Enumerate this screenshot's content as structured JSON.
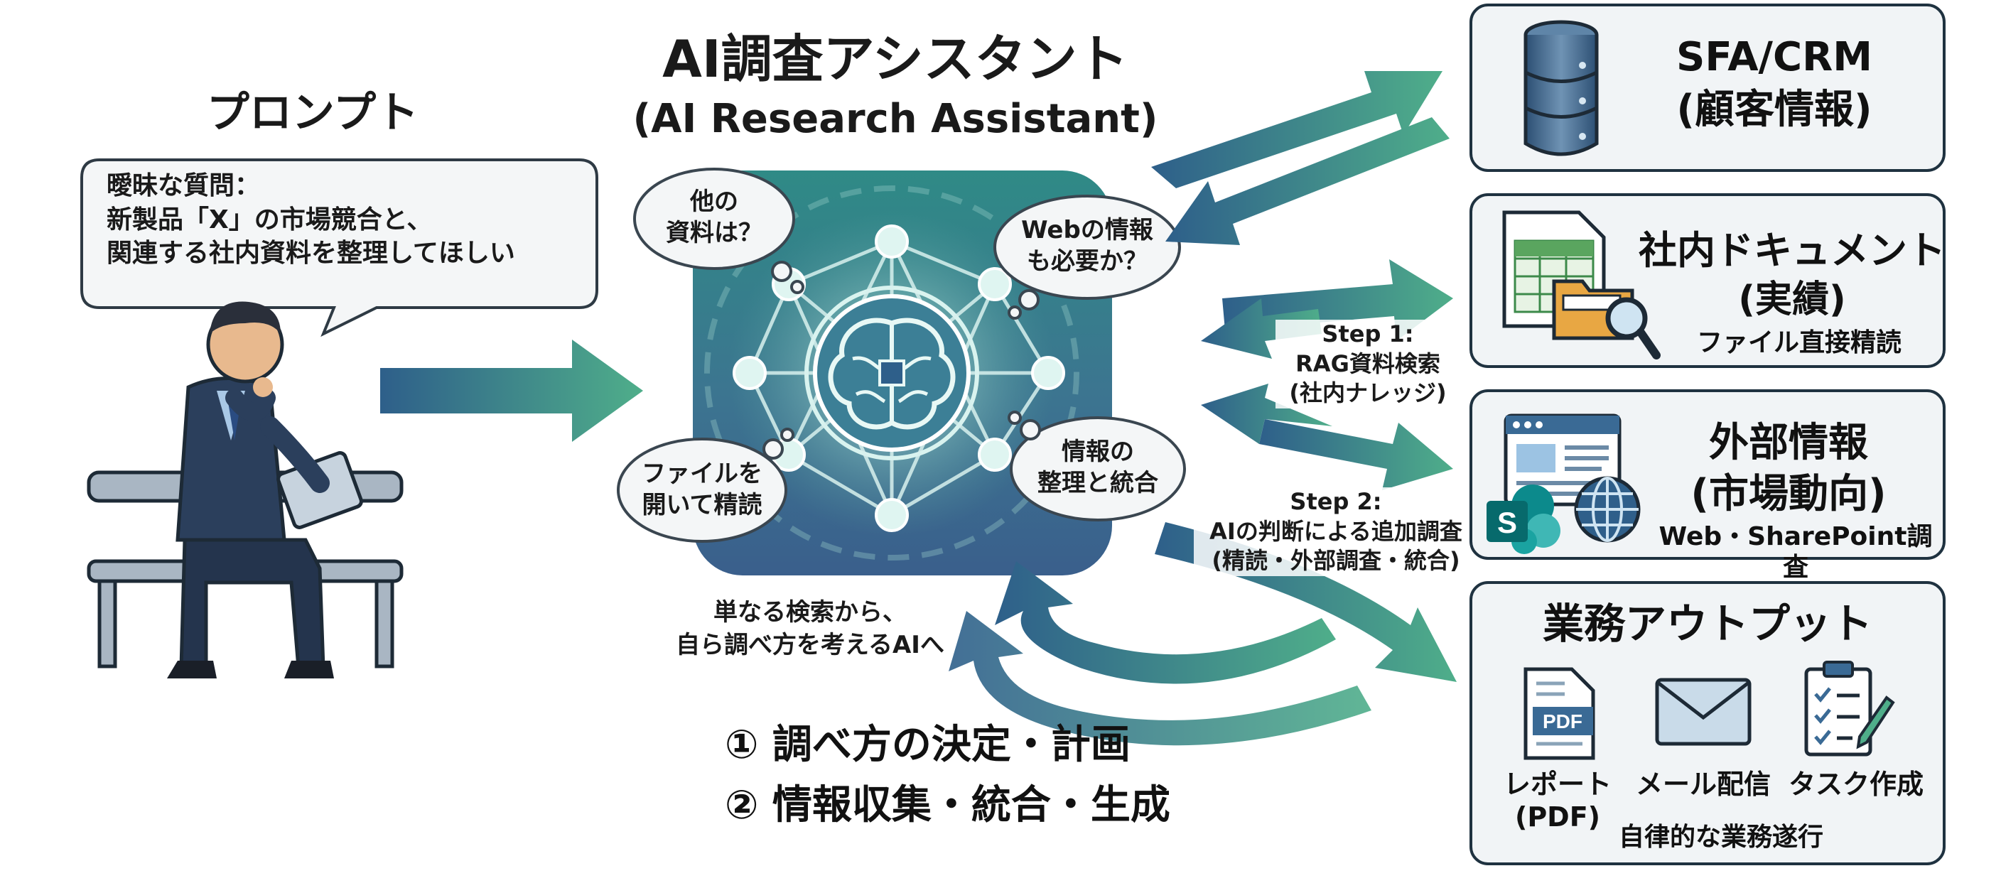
{
  "prompt": {
    "title": "プロンプト",
    "speech_line1": "曖昧な質問：",
    "speech_line2": "新製品「X」の市場競合と、",
    "speech_line3": "関連する社内資料を整理してほしい"
  },
  "assistant": {
    "title": "AI調査アシスタント",
    "subtitle": "(AI Research Assistant)",
    "thought_other_docs_1": "他の",
    "thought_other_docs_2": "資料は？",
    "thought_web_1": "Webの情報",
    "thought_web_2": "も必要か？",
    "thought_read_files_1": "ファイルを",
    "thought_read_files_2": "開いて精読",
    "thought_organize_1": "情報の",
    "thought_organize_2": "整理と統合",
    "caption_1": "単なる検索から、",
    "caption_2": "自ら調べ方を考えるAIへ",
    "step_list_1": "① 調べ方の決定・計画",
    "step_list_2": "② 情報収集・統合・生成"
  },
  "steps": {
    "step1_label": "Step 1:",
    "step1_line2": "RAG資料検索",
    "step1_line3": "(社内ナレッジ)",
    "step2_label": "Step 2:",
    "step2_line2": "AIの判断による追加調査",
    "step2_line3": "(精読・外部調査・統合)"
  },
  "panels": {
    "sfa_title": "SFA/CRM",
    "sfa_sub": "(顧客情報)",
    "docs_title": "社内ドキュメント",
    "docs_sub": "(実績)",
    "docs_note": "ファイル直接精読",
    "external_title": "外部情報",
    "external_sub": "(市場動向)",
    "external_note": "Web・SharePoint調査",
    "output_title": "業務アウトプット",
    "output_report_1": "レポート",
    "output_report_2": "(PDF)",
    "output_mail": "メール配信",
    "output_task": "タスク作成",
    "output_note": "自律的な業務遂行",
    "pdf_icon_text": "PDF"
  },
  "colors": {
    "arrow_blue": "#2e5f8a",
    "arrow_green": "#4fae8a",
    "panel_border": "#1f3240",
    "panel_bg": "#f1f4f6",
    "ai_box_top": "#2f8a86",
    "ai_box_bottom": "#3a5f8c"
  },
  "icons": [
    "database-icon",
    "spreadsheet-icon",
    "folder-icon",
    "magnifier-icon",
    "browser-icon",
    "sharepoint-icon",
    "globe-icon",
    "pdf-document-icon",
    "envelope-icon",
    "clipboard-checklist-icon",
    "brain-icon",
    "businessman-figure"
  ]
}
